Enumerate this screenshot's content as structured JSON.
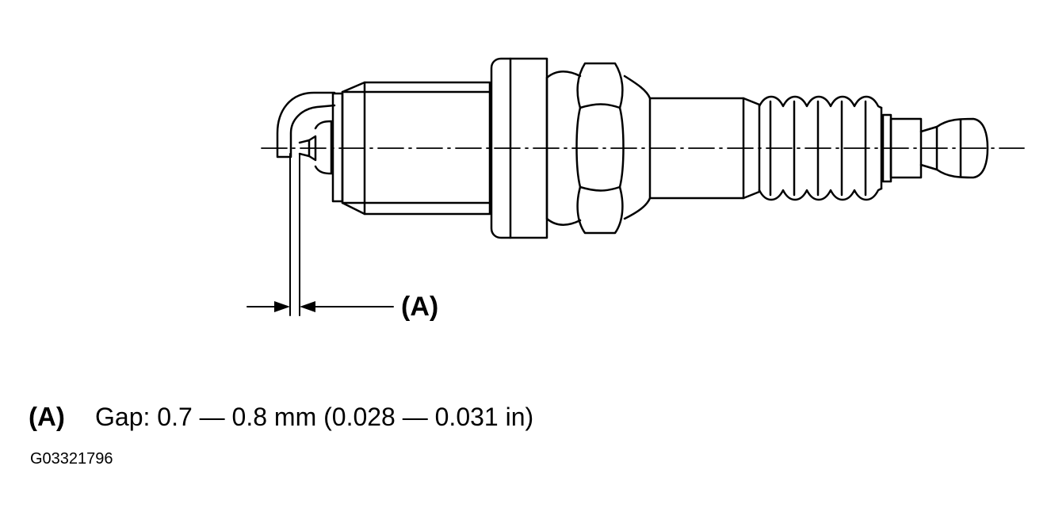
{
  "diagram": {
    "callout_label": "(A)"
  },
  "legend": {
    "key": "(A)",
    "text": "Gap: 0.7 — 0.8 mm (0.028 — 0.031 in)"
  },
  "figure_id": "G03321796",
  "colors": {
    "line": "#000000",
    "background": "#ffffff"
  }
}
